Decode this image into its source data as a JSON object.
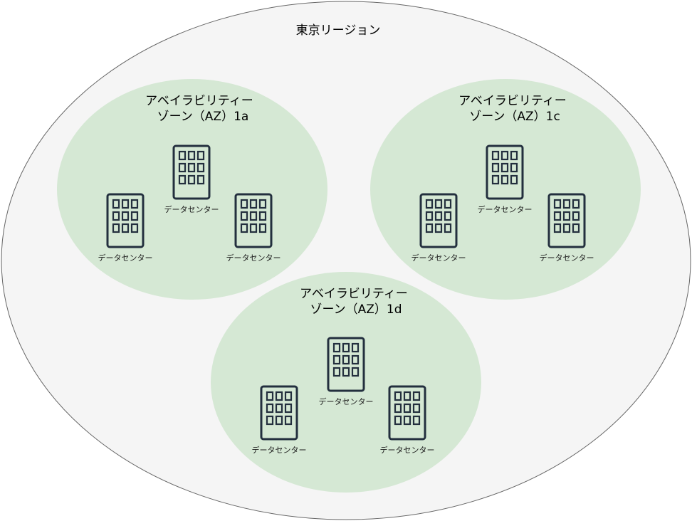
{
  "region": {
    "label": "東京リージョン",
    "fill": "#f5f5f5",
    "stroke": "#666666"
  },
  "zones": [
    {
      "id": "1a",
      "title_line1": "アベイラビリティー",
      "title_line2": "ゾーン（AZ）1a",
      "fill": "#d5e8d4",
      "datacenters": [
        {
          "label": "データセンター"
        },
        {
          "label": "データセンター"
        },
        {
          "label": "データセンター"
        }
      ]
    },
    {
      "id": "1c",
      "title_line1": "アベイラビリティー",
      "title_line2": "ゾーン（AZ）1c",
      "fill": "#d5e8d4",
      "datacenters": [
        {
          "label": "データセンター"
        },
        {
          "label": "データセンター"
        },
        {
          "label": "データセンター"
        }
      ]
    },
    {
      "id": "1d",
      "title_line1": "アベイラビリティー",
      "title_line2": "ゾーン（AZ）1d",
      "fill": "#d5e8d4",
      "datacenters": [
        {
          "label": "データセンター"
        },
        {
          "label": "データセンター"
        },
        {
          "label": "データセンター"
        }
      ]
    }
  ],
  "icon": {
    "name": "building-icon",
    "stroke": "#232f3e"
  }
}
